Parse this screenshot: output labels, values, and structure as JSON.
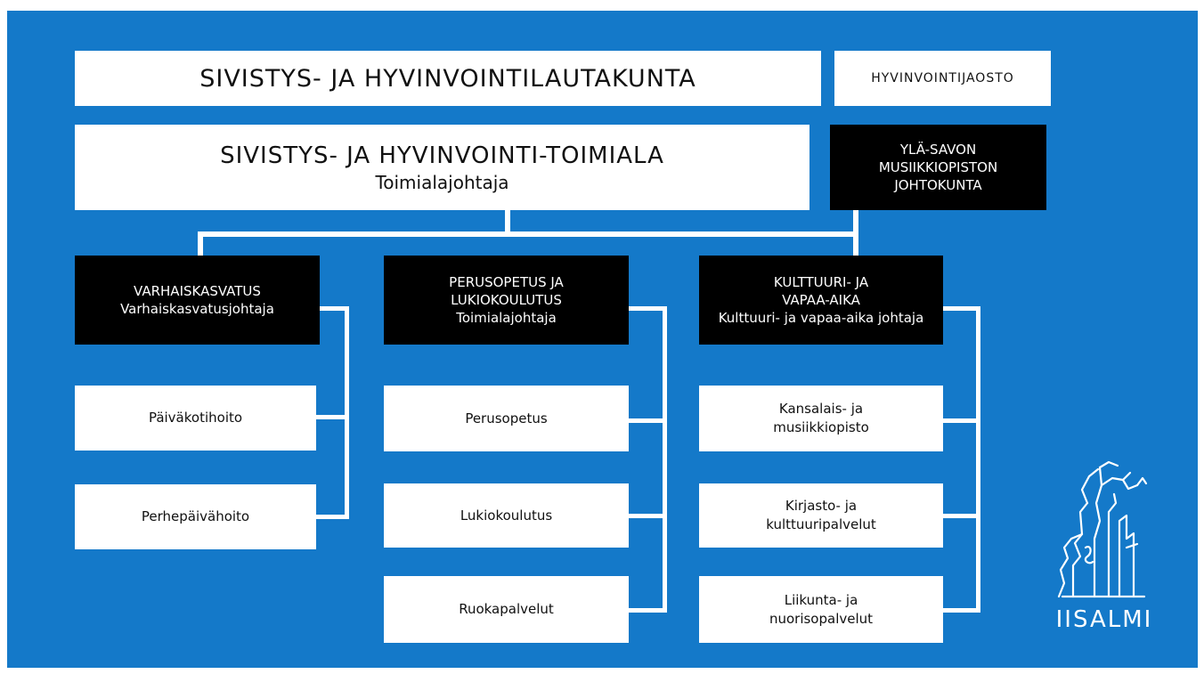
{
  "colors": {
    "background": "#1479c9",
    "box_white": "#ffffff",
    "box_black": "#000000"
  },
  "board": {
    "title": "SIVISTYS- JA HYVINVOINTILAUTAKUNTA"
  },
  "subcommittee": {
    "label": "HYVINVOINTIJAOSTO"
  },
  "division": {
    "title": "SIVISTYS- JA HYVINVOINTI-TOIMIALA",
    "head": "Toimialajohtaja"
  },
  "music_board": {
    "lines": [
      "YLÄ-SAVON",
      "MUSIIKKIOPISTON",
      "JOHTOKUNTA"
    ]
  },
  "departments": [
    {
      "name": "VARHAISKASVATUS",
      "head": "Varhaiskasvatusjohtaja",
      "units": [
        [
          "Päiväkotihoito"
        ],
        [
          "Perhepäivähoito"
        ]
      ]
    },
    {
      "name_lines": [
        "PERUSOPETUS JA",
        "LUKIOKOULUTUS"
      ],
      "head": "Toimialajohtaja",
      "units": [
        [
          "Perusopetus"
        ],
        [
          "Lukiokoulutus"
        ],
        [
          "Ruokapalvelut"
        ]
      ]
    },
    {
      "name_lines": [
        "KULTTUURI- JA",
        "VAPAA-AIKA"
      ],
      "head": "Kulttuuri- ja vapaa-aika johtaja",
      "units": [
        [
          "Kansalais- ja",
          "musiikkiopisto"
        ],
        [
          "Kirjasto- ja",
          "kulttuuripalvelut"
        ],
        [
          "Liikunta- ja",
          "nuorisopalvelut"
        ]
      ]
    }
  ],
  "logo": {
    "text": "IISALMI",
    "icon": "tree-icon"
  }
}
